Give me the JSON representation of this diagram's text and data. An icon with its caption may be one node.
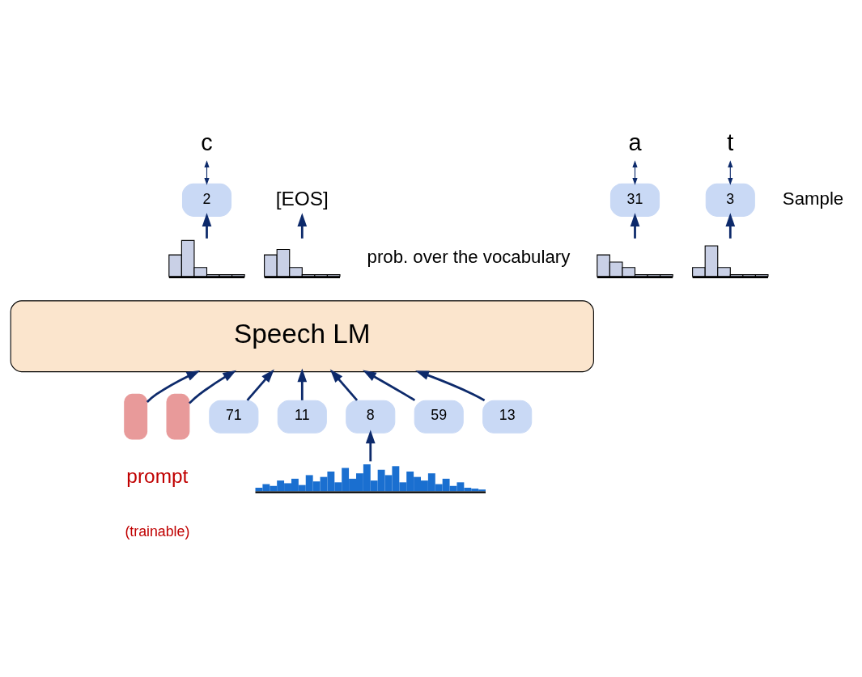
{
  "diagram": {
    "nodes": [
      {
        "text": [
          "Speech LM"
        ]
      },
      {
        "text": [],
        "shape": "box"
      },
      {
        "text": [],
        "shape": "box"
      },
      {
        "text": [
          "71"
        ]
      },
      {
        "text": [
          "11"
        ]
      },
      {
        "text": [
          "8"
        ]
      },
      {
        "text": [
          "59"
        ]
      },
      {
        "text": [
          "13"
        ]
      },
      {
        "text": [],
        "shape": "picture"
      },
      {
        "text": [],
        "shape": "picture"
      },
      {
        "text": [],
        "shape": "picture"
      },
      {
        "text": [],
        "shape": "picture"
      },
      {
        "text": [],
        "shape": "picture"
      },
      {
        "text": [
          "2"
        ]
      },
      {
        "text": [
          "31"
        ]
      },
      {
        "text": [
          "3"
        ]
      },
      {
        "text": [
          "[EOS]"
        ]
      },
      {
        "text": [
          "c"
        ]
      },
      {
        "text": [
          "a"
        ]
      },
      {
        "text": [
          "t"
        ]
      }
    ],
    "edges": [
      {
        "from": 1,
        "to": 0,
        "arrow": "to"
      },
      {
        "from": 2,
        "to": 0,
        "arrow": "to"
      },
      {
        "from": 3,
        "to": 0,
        "arrow": "to"
      },
      {
        "from": 4,
        "to": 0,
        "arrow": "to"
      },
      {
        "from": 5,
        "to": 0,
        "arrow": "to"
      },
      {
        "from": 6,
        "to": 0,
        "arrow": "to"
      },
      {
        "from": 7,
        "to": 0,
        "arrow": "to"
      },
      {
        "from": 8,
        "to": 5,
        "arrow": "to"
      },
      {
        "from": 9,
        "to": 13,
        "arrow": "to"
      },
      {
        "from": 10,
        "to": 14,
        "arrow": "to"
      },
      {
        "from": 11,
        "to": 15,
        "arrow": "to"
      },
      {
        "from": 12,
        "to": 16,
        "arrow": "to"
      },
      {
        "from": 13,
        "to": 17,
        "arrow": "both"
      },
      {
        "from": 14,
        "to": 18,
        "arrow": "both"
      },
      {
        "from": 15,
        "to": 19,
        "arrow": "both"
      }
    ],
    "labels": [
      "Sample",
      "prob. over the vocabulary",
      "prompt",
      "(trainable)"
    ]
  }
}
